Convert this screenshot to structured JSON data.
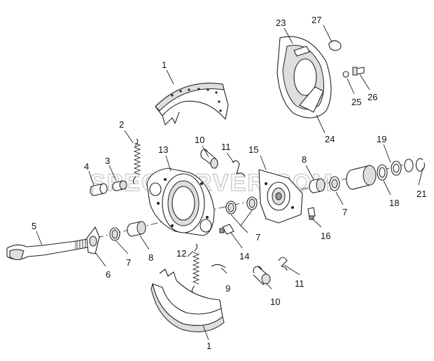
{
  "watermark": "SPECSERVER.COM",
  "callouts": [
    {
      "id": "c1a",
      "text": "1"
    },
    {
      "id": "c1b",
      "text": "1"
    },
    {
      "id": "c2",
      "text": "2"
    },
    {
      "id": "c3",
      "text": "3"
    },
    {
      "id": "c4",
      "text": "4"
    },
    {
      "id": "c5",
      "text": "5"
    },
    {
      "id": "c6",
      "text": "6"
    },
    {
      "id": "c7a",
      "text": "7"
    },
    {
      "id": "c7b",
      "text": "7"
    },
    {
      "id": "c7c",
      "text": "7"
    },
    {
      "id": "c8a",
      "text": "8"
    },
    {
      "id": "c8b",
      "text": "8"
    },
    {
      "id": "c9",
      "text": "9"
    },
    {
      "id": "c10a",
      "text": "10"
    },
    {
      "id": "c10b",
      "text": "10"
    },
    {
      "id": "c11a",
      "text": "11"
    },
    {
      "id": "c11b",
      "text": "11"
    },
    {
      "id": "c12",
      "text": "12"
    },
    {
      "id": "c13",
      "text": "13"
    },
    {
      "id": "c14",
      "text": "14"
    },
    {
      "id": "c15",
      "text": "15"
    },
    {
      "id": "c16",
      "text": "16"
    },
    {
      "id": "c18",
      "text": "18"
    },
    {
      "id": "c19",
      "text": "19"
    },
    {
      "id": "c21",
      "text": "21"
    },
    {
      "id": "c23",
      "text": "23"
    },
    {
      "id": "c24",
      "text": "24"
    },
    {
      "id": "c25",
      "text": "25"
    },
    {
      "id": "c26",
      "text": "26"
    },
    {
      "id": "c27",
      "text": "27"
    }
  ]
}
